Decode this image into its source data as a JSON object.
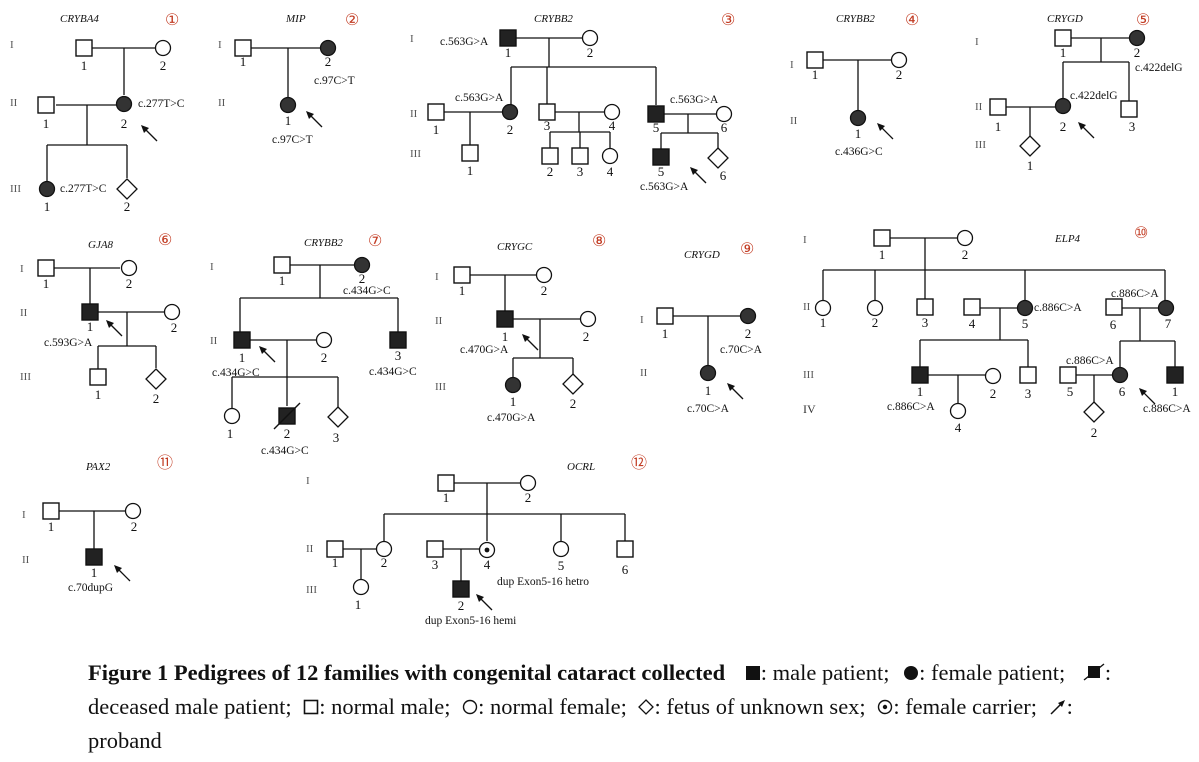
{
  "pedigrees": [
    {
      "gene": "CRYBA4",
      "num": "①",
      "gens": [
        "I",
        "II",
        "III"
      ],
      "ids": [
        "1",
        "2",
        "1",
        "2",
        "1",
        "2"
      ],
      "muts": [
        "c.277T>C",
        "c.277T>C"
      ]
    },
    {
      "gene": "MIP",
      "num": "②",
      "gens": [
        "I",
        "II"
      ],
      "ids": [
        "1",
        "2",
        "1"
      ],
      "muts": [
        "c.97C>T",
        "c.97C>T"
      ]
    },
    {
      "gene": "CRYBB2",
      "num": "③",
      "gens": [
        "I",
        "II",
        "III"
      ],
      "ids": [
        "1",
        "2",
        "1",
        "2",
        "3",
        "4",
        "5",
        "6",
        "1",
        "2",
        "3",
        "4",
        "5",
        "6"
      ],
      "muts": [
        "c.563G>A",
        "c.563G>A",
        "c.563G>A",
        "c.563G>A"
      ]
    },
    {
      "gene": "CRYBB2",
      "num": "④",
      "gens": [
        "I",
        "II"
      ],
      "ids": [
        "1",
        "2",
        "1"
      ],
      "muts": [
        "c.436G>C"
      ]
    },
    {
      "gene": "CRYGD",
      "num": "⑤",
      "gens": [
        "I",
        "II",
        "III"
      ],
      "ids": [
        "1",
        "2",
        "1",
        "2",
        "3",
        "1"
      ],
      "muts": [
        "c.422delG",
        "c.422delG"
      ]
    },
    {
      "gene": "GJA8",
      "num": "⑥",
      "gens": [
        "I",
        "II",
        "III"
      ],
      "ids": [
        "1",
        "2",
        "1",
        "2",
        "1",
        "2"
      ],
      "muts": [
        "c.593G>A"
      ]
    },
    {
      "gene": "CRYBB2",
      "num": "⑦",
      "gens": [
        "I",
        "II",
        "III"
      ],
      "ids": [
        "1",
        "2",
        "1",
        "2",
        "3",
        "1",
        "2",
        "3"
      ],
      "muts": [
        "c.434G>C",
        "c.434G>C",
        "c.434G>C",
        "c.434G>C"
      ]
    },
    {
      "gene": "CRYGC",
      "num": "⑧",
      "gens": [
        "I",
        "II",
        "III"
      ],
      "ids": [
        "1",
        "2",
        "1",
        "2",
        "1",
        "2"
      ],
      "muts": [
        "c.470G>A",
        "c.470G>A"
      ]
    },
    {
      "gene": "CRYGD",
      "num": "⑨",
      "gens": [
        "I",
        "II"
      ],
      "ids": [
        "1",
        "2",
        "1"
      ],
      "muts": [
        "c.70C>A",
        "c.70C>A"
      ]
    },
    {
      "gene": "ELP4",
      "num": "⑩",
      "gens": [
        "I",
        "II",
        "III",
        "IV"
      ],
      "ids": [
        "1",
        "2",
        "1",
        "2",
        "3",
        "4",
        "5",
        "6",
        "7",
        "1",
        "2",
        "3",
        "4",
        "5",
        "6",
        "1",
        "2"
      ],
      "muts": [
        "c.886C>A",
        "c.886C>A",
        "c.886C>A",
        "c.886C>A",
        "c.886C>A"
      ]
    },
    {
      "gene": "PAX2",
      "num": "⑪",
      "gens": [
        "I",
        "II"
      ],
      "ids": [
        "1",
        "2",
        "1"
      ],
      "muts": [
        "c.70dupG"
      ]
    },
    {
      "gene": "OCRL",
      "num": "⑫",
      "gens": [
        "I",
        "II",
        "III"
      ],
      "ids": [
        "1",
        "2",
        "1",
        "2",
        "3",
        "4",
        "5",
        "6",
        "1",
        "2"
      ],
      "muts": [
        "dup Exon5-16 hetro",
        "dup Exon5-16 hemi"
      ]
    }
  ],
  "caption": {
    "title": "Figure 1 Pedigrees of 12 families with congenital cataract collected",
    "male_patient": ": male patient;",
    "female_patient": ": female patient;",
    "deceased_male": ": deceased male patient;",
    "normal_male": ": normal male;",
    "normal_female": ": normal female;",
    "fetus": ": fetus of unknown sex;",
    "carrier": ": female carrier;",
    "proband": ": proband"
  }
}
